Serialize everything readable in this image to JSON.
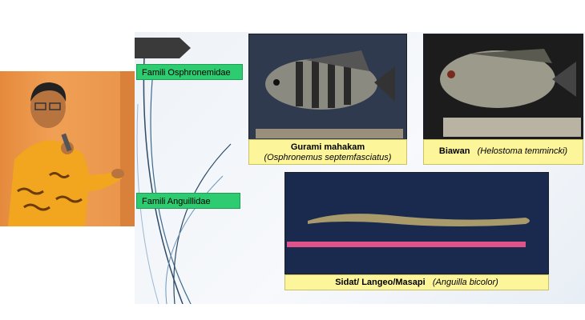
{
  "labels": {
    "family_1": "Famili Osphronemidae",
    "family_2": "Famili Anguillidae"
  },
  "captions": {
    "fish_1_name": "Gurami mahakam",
    "fish_1_sci": "(Osphronemus septemfasciatus)",
    "fish_2_name": "Biawan",
    "fish_2_sci": "(Helostoma temmincki)",
    "fish_3_name": "Sidat/ Langeo/Masapi",
    "fish_3_sci": "(Anguilla bicolor)"
  },
  "colors": {
    "family_label_bg": "#2ecc71",
    "caption_bg": "#fdf59a",
    "arrow_tab": "#3a3a3a",
    "speaker_bg": "#e8944a"
  }
}
